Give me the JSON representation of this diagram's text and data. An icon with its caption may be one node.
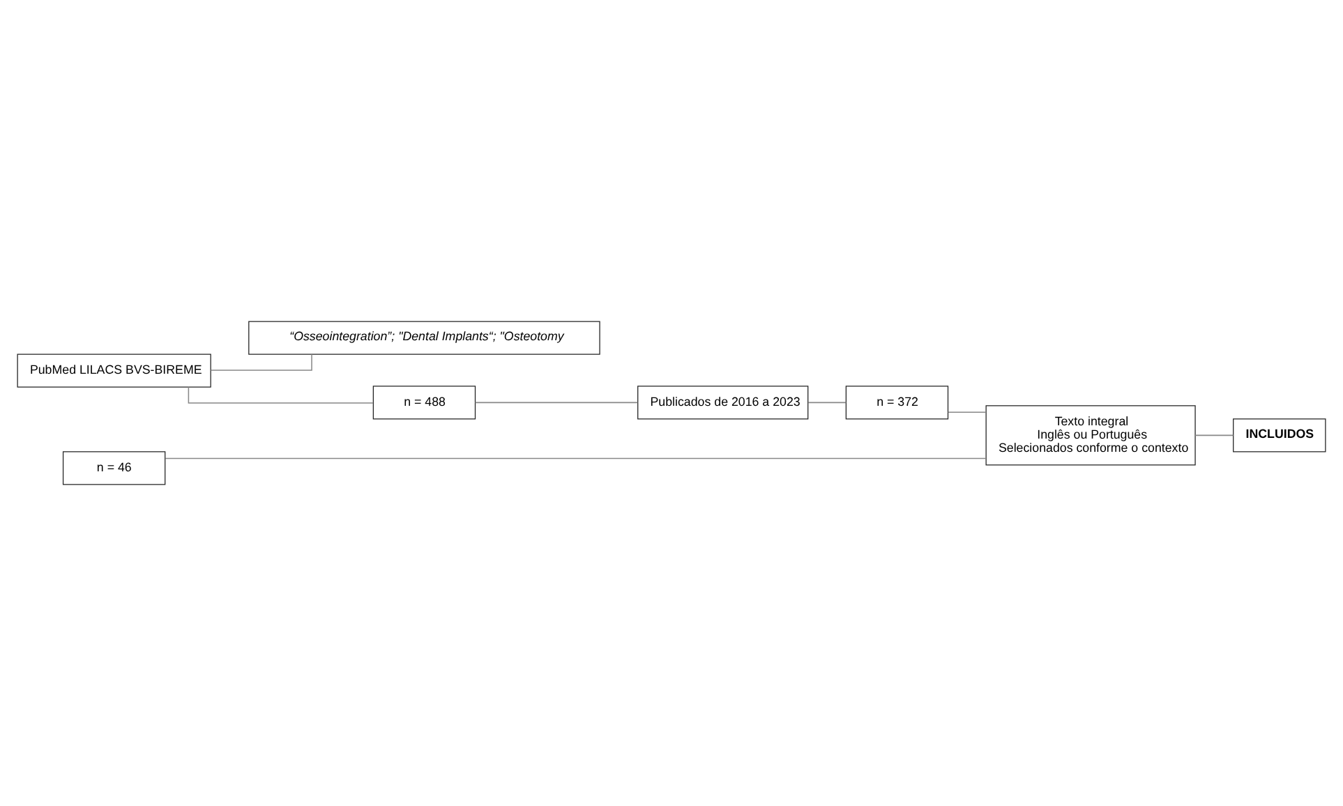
{
  "diagram": {
    "nodes": [
      {
        "text": [
          "“Osseointegration”; \"Dental Implants“; \"Osteotomy"
        ]
      },
      {
        "text": [
          "PubMed LILACS BVS-BIREME"
        ]
      },
      {
        "text": [
          "n = 488"
        ]
      },
      {
        "text": [
          "Publicados de 2016 a 2023"
        ]
      },
      {
        "text": [
          "n = 372"
        ]
      },
      {
        "text": [
          "Texto integral",
          "Inglês ou Português",
          "Selecionados conforme o contexto"
        ]
      },
      {
        "text": [
          "n = 46"
        ]
      },
      {
        "text": [
          "INCLUIDOS"
        ]
      }
    ],
    "edges": [
      {
        "from": 1,
        "to": 0,
        "arrow": "none"
      },
      {
        "from": 1,
        "to": 2,
        "arrow": "none"
      },
      {
        "from": 2,
        "to": 3,
        "arrow": "none"
      },
      {
        "from": 3,
        "to": 4,
        "arrow": "none"
      },
      {
        "from": 4,
        "to": 5,
        "arrow": "none"
      },
      {
        "from": 6,
        "to": 5,
        "arrow": "none"
      },
      {
        "from": 5,
        "to": 7,
        "arrow": "none"
      }
    ]
  }
}
